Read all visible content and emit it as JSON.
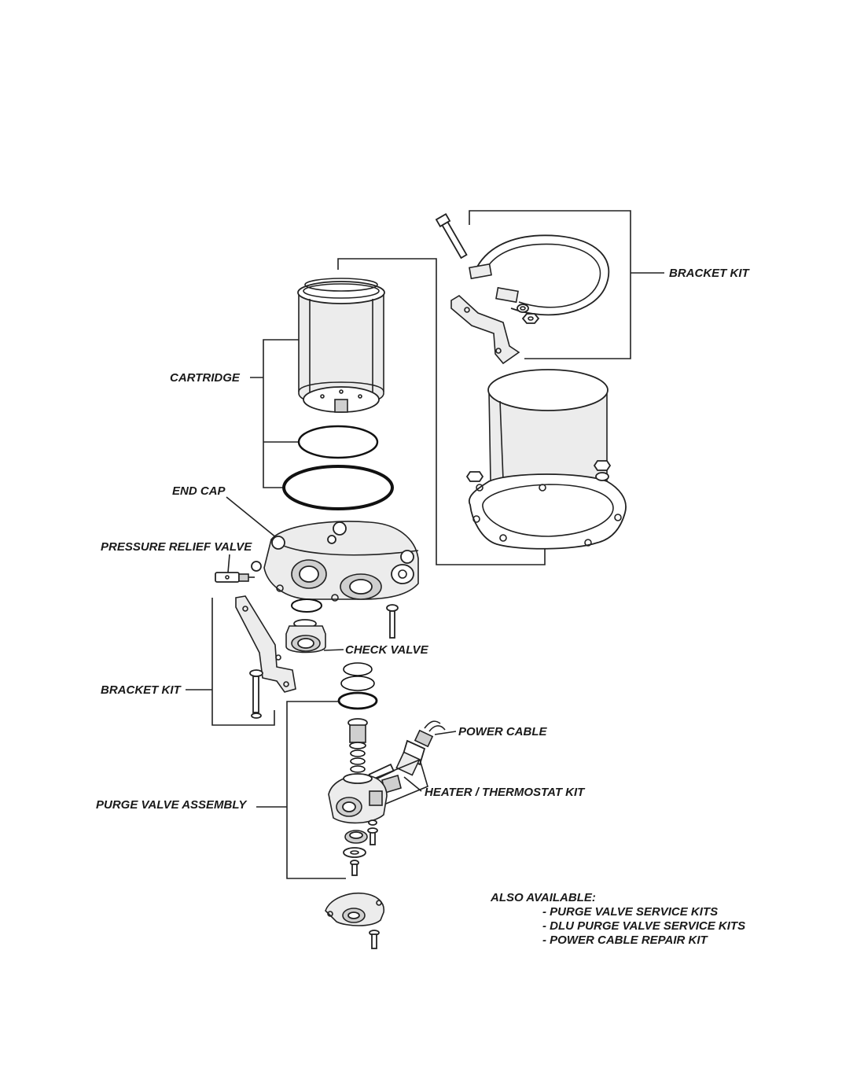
{
  "labels": {
    "bracket_kit_top": "BRACKET KIT",
    "cartridge": "CARTRIDGE",
    "end_cap": "END CAP",
    "pressure_relief_valve": "PRESSURE RELIEF VALVE",
    "check_valve": "CHECK VALVE",
    "bracket_kit_bottom": "BRACKET KIT",
    "power_cable": "POWER CABLE",
    "heater_thermostat_kit": "HEATER / THERMOSTAT KIT",
    "purge_valve_assembly": "PURGE VALVE ASSEMBLY"
  },
  "also_available": {
    "heading": "ALSO AVAILABLE:",
    "items": [
      "- PURGE VALVE SERVICE KITS",
      "- DLU PURGE VALVE SERVICE KITS",
      "- POWER CABLE REPAIR KIT"
    ]
  }
}
